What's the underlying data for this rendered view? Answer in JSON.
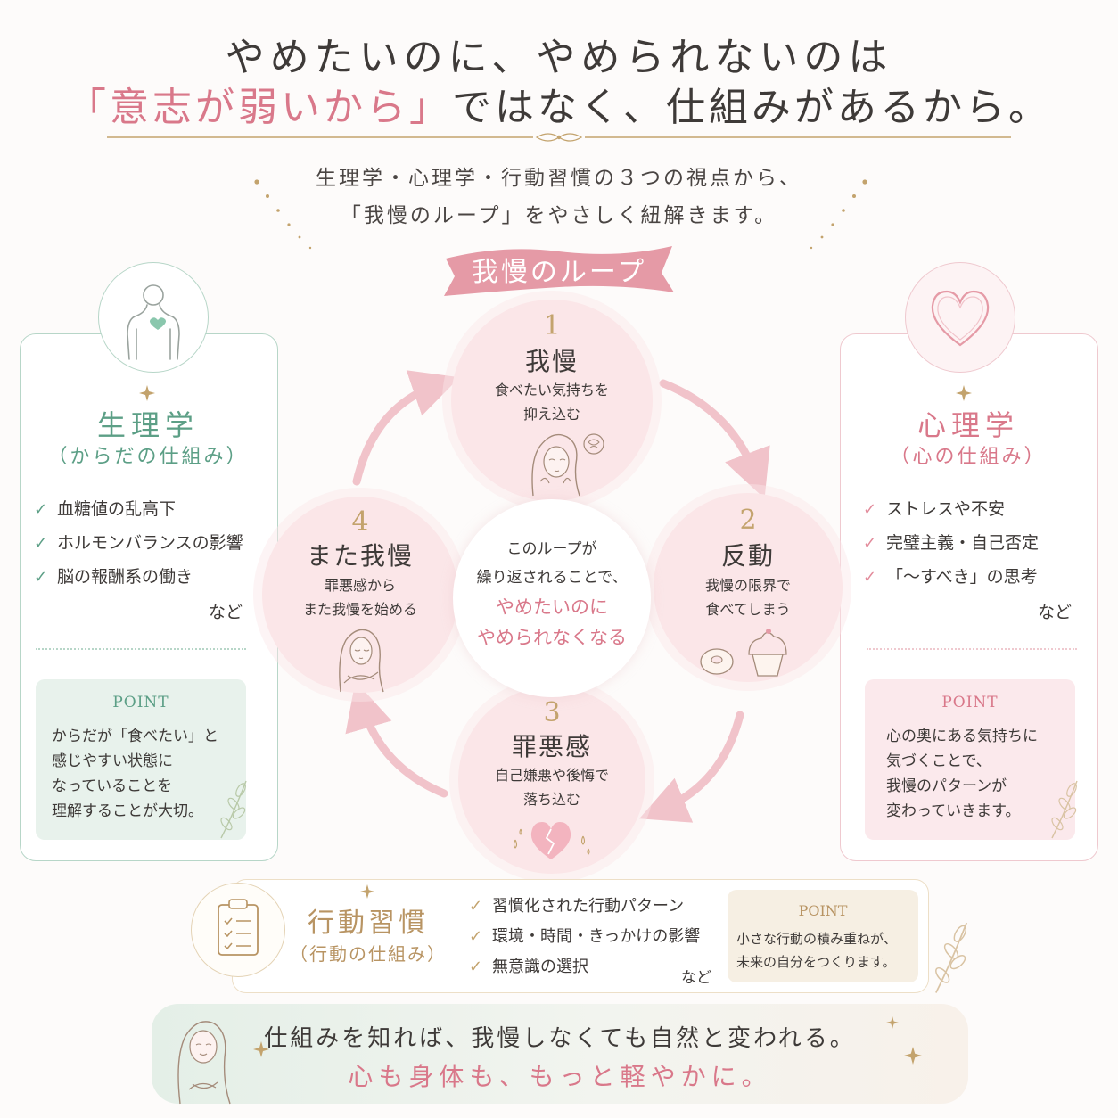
{
  "header": {
    "title_line1": "やめたいのに、やめられないのは",
    "title_line2_highlight": "「意志が弱いから」",
    "title_line2_rest": "ではなく、仕組みがあるから。",
    "subtitle_line1": "生理学・心理学・行動習慣の３つの視点から、",
    "subtitle_line2": "「我慢のループ」をやさしく紐解きます。"
  },
  "ribbon": {
    "label": "我慢のループ"
  },
  "physiology": {
    "title": "生理学",
    "subtitle": "（からだの仕組み）",
    "items": [
      "血糖値の乱高下",
      "ホルモンバランスの影響",
      "脳の報酬系の働き"
    ],
    "etc": "など",
    "point_label": "POINT",
    "point_lines": [
      "からだが「食べたい」と",
      "感じやすい状態に",
      "なっていることを",
      "理解することが大切。"
    ]
  },
  "psychology": {
    "title": "心理学",
    "subtitle": "（心の仕組み）",
    "items": [
      "ストレスや不安",
      "完璧主義・自己否定",
      "「〜すべき」の思考"
    ],
    "etc": "など",
    "point_label": "POINT",
    "point_lines": [
      "心の奥にある気持ちに",
      "気づくことで、",
      "我慢のパターンが",
      "変わっていきます。"
    ]
  },
  "loop": {
    "steps": [
      {
        "number": "1",
        "title": "我慢",
        "desc_lines": [
          "食べたい気持ちを",
          "抑え込む"
        ]
      },
      {
        "number": "2",
        "title": "反動",
        "desc_lines": [
          "我慢の限界で",
          "食べてしまう"
        ]
      },
      {
        "number": "3",
        "title": "罪悪感",
        "desc_lines": [
          "自己嫌悪や後悔で",
          "落ち込む"
        ]
      },
      {
        "number": "4",
        "title": "また我慢",
        "desc_lines": [
          "罪悪感から",
          "また我慢を始める"
        ]
      }
    ],
    "center_lines": [
      "このループが",
      "繰り返されることで、"
    ],
    "center_highlight_lines": [
      "やめたいのに",
      "やめられなくなる"
    ]
  },
  "behavior": {
    "title": "行動習慣",
    "subtitle": "（行動の仕組み）",
    "items": [
      "習慣化された行動パターン",
      "環境・時間・きっかけの影響",
      "無意識の選択"
    ],
    "etc": "など",
    "point_label": "POINT",
    "point_lines": [
      "小さな行動の積み重ねが、",
      "未来の自分をつくります。"
    ]
  },
  "banner": {
    "line1": "仕組みを知れば、我慢しなくても自然と変われる。",
    "line2": "心も身体も、もっと軽やかに。"
  },
  "colors": {
    "pink_accent": "#d9788a",
    "green_accent": "#5c9f86",
    "gold_accent": "#c3a36d",
    "step_fill": "#fbe6e8",
    "arrow": "#f1c3ca"
  },
  "icons": {
    "physiology": "body-heart-icon",
    "psychology": "heart-icon",
    "behavior": "clipboard-checklist-icon",
    "step1": "woman-stressed-icon",
    "step2": "donut-cupcake-icon",
    "step3": "broken-heart-icon",
    "step4": "woman-calm-icon",
    "banner": "woman-smiling-icon"
  }
}
